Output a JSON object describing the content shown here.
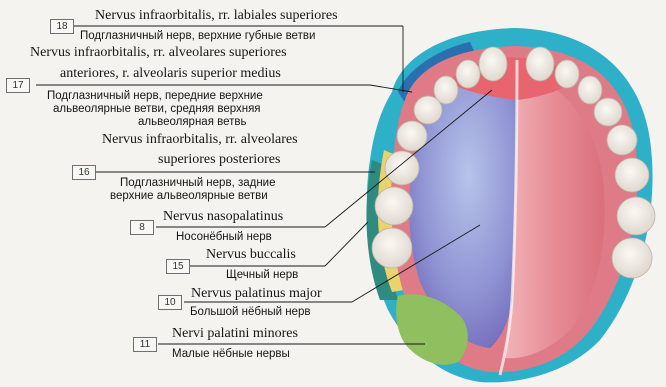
{
  "labels": [
    {
      "num": "18",
      "latin": [
        "Nervus infraorbitalis, rr. labiales superiores"
      ],
      "russian": [
        "Подглазничный нерв, верхние губные ветви"
      ]
    },
    {
      "num": "17",
      "latin": [
        "Nervus infraorbitalis, rr. alveolares superiores",
        "anteriores, r. alveolaris superior medius"
      ],
      "russian": [
        "Подглазничный нерв, передние верхние",
        "альвеолярные ветви, средняя верхняя",
        "альвеолярная ветвь"
      ]
    },
    {
      "num": "16",
      "latin": [
        "Nervus infraorbitalis, rr. alveolares",
        "superiores posteriores"
      ],
      "russian": [
        "Подглазничный нерв, задние",
        "верхние альвеолярные ветви"
      ]
    },
    {
      "num": "8",
      "latin": [
        "Nervus nasopalatinus"
      ],
      "russian": [
        "Носонёбный нерв"
      ]
    },
    {
      "num": "15",
      "latin": [
        "Nervus buccalis"
      ],
      "russian": [
        "Щечный нерв"
      ]
    },
    {
      "num": "10",
      "latin": [
        "Nervus palatinus major"
      ],
      "russian": [
        "Большой нёбный нерв"
      ]
    },
    {
      "num": "11",
      "latin": [
        "Nervi palatini minores"
      ],
      "russian": [
        "Малые нёбные нервы"
      ]
    }
  ],
  "colors": {
    "background": "#f4f3f0",
    "labiales_superiores": "#2fb0c9",
    "alveolares_anteriores": "#2a6fb0",
    "alveolares_posteriores": "#e9d36a",
    "nasopalatinus": "#e8646f",
    "buccalis": "#2f8a7f",
    "palatinus_major": "#8c8ed0",
    "palatini_minores": "#8fbf5e",
    "gingiva": "#df7b86",
    "tooth": "#f2ede6"
  }
}
